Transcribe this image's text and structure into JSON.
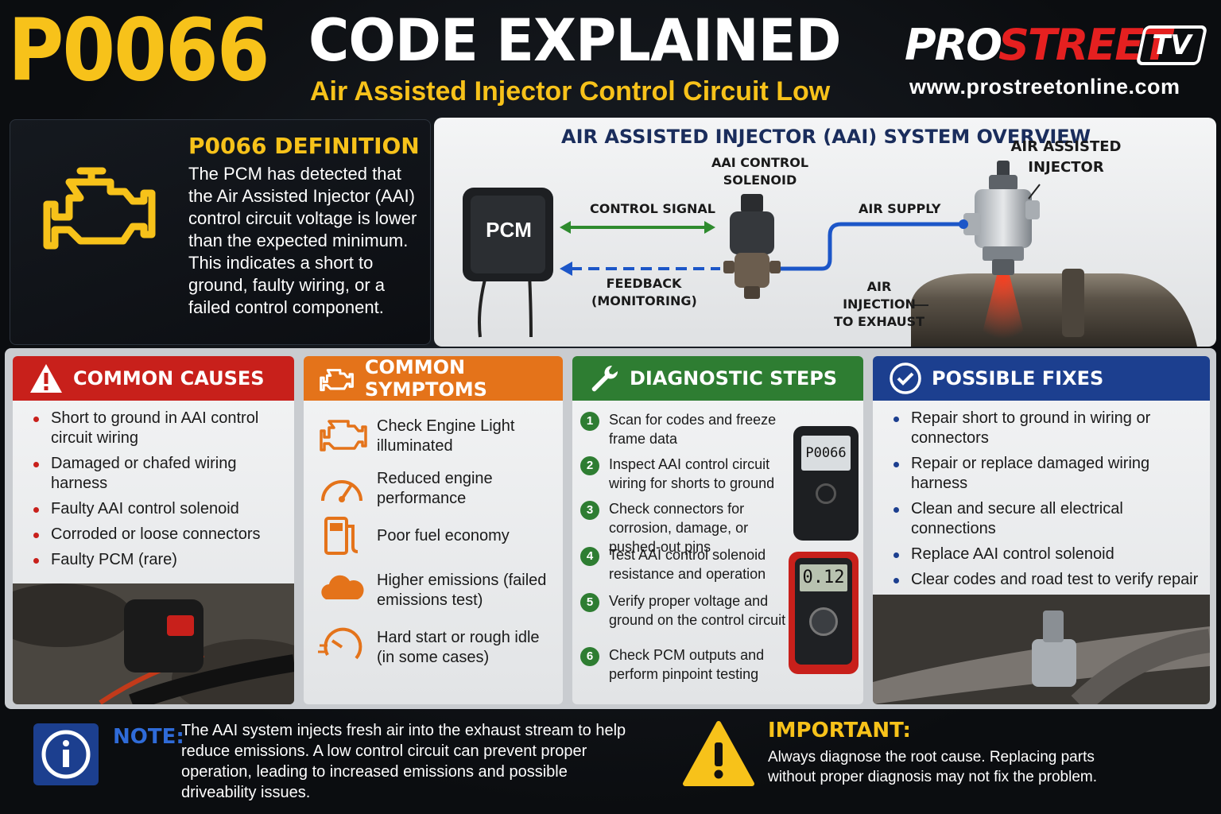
{
  "header": {
    "code": "P0066",
    "title": "CODE EXPLAINED",
    "subtitle": "Air Assisted Injector Control Circuit Low",
    "brand_pro": "PRO",
    "brand_street": "STREET",
    "brand_tv": "TV",
    "brand_url": "www.prostreetonline.com"
  },
  "definition": {
    "title": "P0066 DEFINITION",
    "text": "The PCM has detected that the Air Assisted Injector (AAI) control circuit voltage is lower than the expected minimum. This indicates a short to ground, faulty wiring, or a failed control component.",
    "icon": "check-engine-icon"
  },
  "overview": {
    "title": "AIR ASSISTED INJECTOR (AAI) SYSTEM OVERVIEW",
    "pcm": "PCM",
    "control_signal": "CONTROL SIGNAL",
    "feedback_1": "FEEDBACK",
    "feedback_2": "(MONITORING)",
    "solenoid_1": "AAI CONTROL",
    "solenoid_2": "SOLENOID",
    "air_supply": "AIR SUPPLY",
    "injector_1": "AIR ASSISTED",
    "injector_2": "INJECTOR",
    "injection_1": "AIR",
    "injection_2": "INJECTION",
    "injection_3": "TO EXHAUST"
  },
  "causes": {
    "title": "COMMON CAUSES",
    "items": [
      "Short to ground in AAI control circuit wiring",
      "Damaged or chafed wiring harness",
      "Faulty AAI control solenoid",
      "Corroded or loose connectors",
      "Faulty PCM (rare)"
    ]
  },
  "symptoms": {
    "title": "COMMON SYMPTOMS",
    "items": [
      {
        "icon": "engine-light-icon",
        "text": "Check Engine Light illuminated"
      },
      {
        "icon": "gauge-icon",
        "text": "Reduced engine performance"
      },
      {
        "icon": "fuel-pump-icon",
        "text": "Poor fuel economy"
      },
      {
        "icon": "emissions-cloud-icon",
        "text": "Higher emissions (failed emissions test)"
      },
      {
        "icon": "idle-gauge-icon",
        "text": "Hard start or rough idle (in some cases)"
      }
    ]
  },
  "diagnostics": {
    "title": "DIAGNOSTIC STEPS",
    "scanner_code": "P0066",
    "meter_reading": "0.12",
    "steps": [
      {
        "num": "1",
        "text": "Scan for codes and freeze frame data"
      },
      {
        "num": "2",
        "text": "Inspect AAI control circuit wiring for shorts to ground"
      },
      {
        "num": "3",
        "text": "Check connectors for corrosion, damage, or pushed-out pins"
      },
      {
        "num": "4",
        "text": "Test AAI control solenoid resistance and operation"
      },
      {
        "num": "5",
        "text": "Verify proper voltage and ground on the control circuit"
      },
      {
        "num": "6",
        "text": "Check PCM outputs and perform pinpoint testing"
      }
    ]
  },
  "fixes": {
    "title": "POSSIBLE FIXES",
    "items": [
      "Repair short to ground in wiring or connectors",
      "Repair or replace damaged wiring harness",
      "Clean and secure all electrical connections",
      "Replace AAI control solenoid",
      "Clear codes and road test to verify repair"
    ]
  },
  "note": {
    "label": "NOTE:",
    "text": "The AAI system injects fresh air into the exhaust stream to help reduce emissions. A low control circuit can prevent proper operation, leading to increased emissions and possible driveability issues."
  },
  "important": {
    "label": "IMPORTANT:",
    "text": "Always diagnose the root cause. Replacing parts without proper diagnosis may not fix the problem."
  },
  "colors": {
    "accent_yellow": "#f7c21a",
    "causes_red": "#c8201b",
    "symptoms_orange": "#e4731a",
    "diagnostic_green": "#2e7d32",
    "fixes_blue": "#1c3f8f"
  }
}
